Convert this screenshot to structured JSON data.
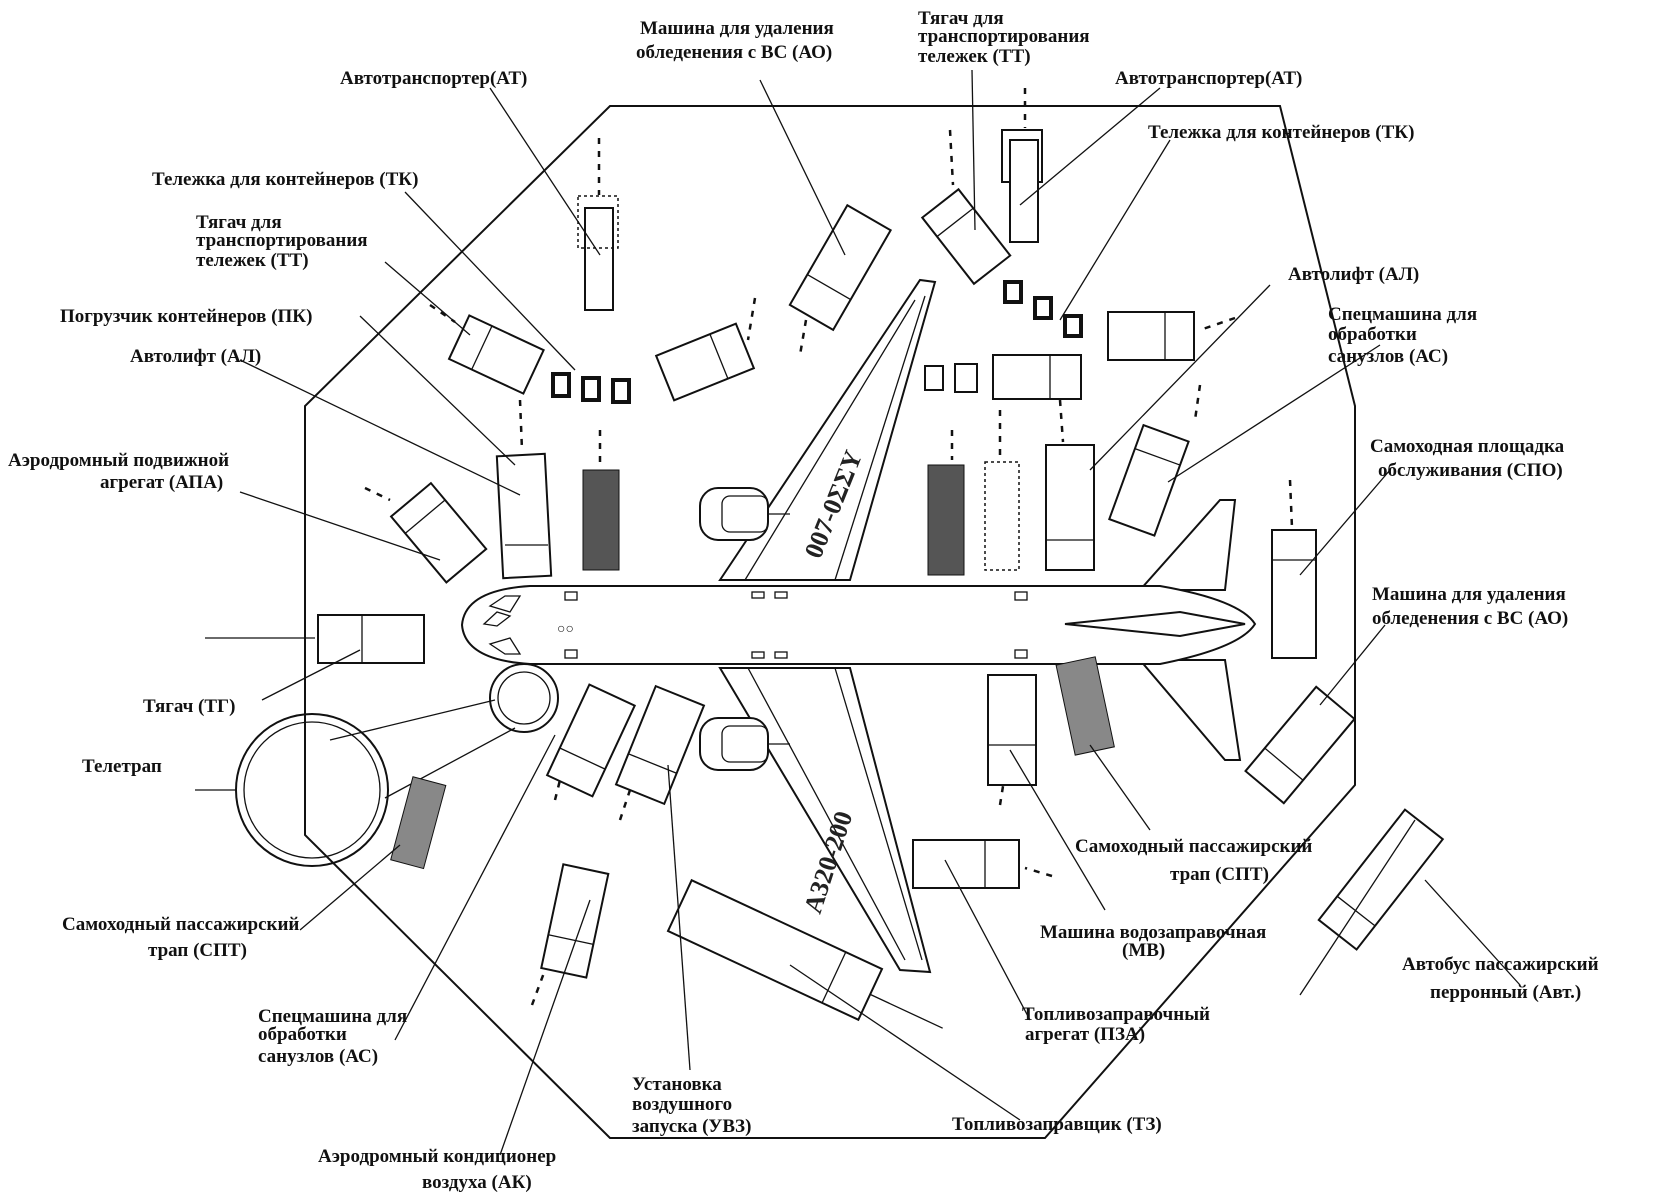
{
  "labels": {
    "at_left": "Автотранспортер(АТ)",
    "ao_top_l1": "Машина для удаления",
    "ao_top_l2": "обледенения с ВС (АО)",
    "tt_top_l1": "Тягач для",
    "tt_top_l2": "транспортирования",
    "tt_top_l3": "тележек (ТТ)",
    "at_right": "Автотранспортер(АТ)",
    "tk_right": "Тележка для контейнеров (ТК)",
    "tk_left": "Тележка для контейнеров (ТК)",
    "tt_left_l1": "Тягач для",
    "tt_left_l2": "транспортирования",
    "tt_left_l3": "тележек (ТТ)",
    "al_right": "Автолифт (АЛ)",
    "as_right_l1": "Спецмашина для",
    "as_right_l2": "обработки",
    "as_right_l3": "санузлов (АС)",
    "pk_left": "Погрузчик контейнеров (ПК)",
    "al_left": "Автолифт (АЛ)",
    "apa_l1": "Аэродромный подвижной",
    "apa_l2": "агрегат (АПА)",
    "spo_l1": "Самоходная площадка",
    "spo_l2": "обслуживания (СПО)",
    "ao_right_l1": "Машина для удаления",
    "ao_right_l2": "обледенения с ВС (АО)",
    "tg": "Тягач (ТГ)",
    "teletrap": "Телетрап",
    "spt_right_l1": "Самоходный пассажирский",
    "spt_right_l2": "трап (СПТ)",
    "spt_left_l1": "Самоходный пассажирский",
    "spt_left_l2": "трап (СПТ)",
    "mv_l1": "Машина водозаправочная",
    "mv_l2": "(МВ)",
    "bus_l1": "Автобус пассажирский",
    "bus_l2": "перронный (Авт.)",
    "as_left_l1": "Спецмашина для",
    "as_left_l2": "обработки",
    "as_left_l3": "санузлов (АС)",
    "uvz_l1": "Установка",
    "uvz_l2": "воздушного",
    "uvz_l3": "запуска (УВЗ)",
    "pza_l1": "Топливозаправочный",
    "pza_l2": "агрегат (ПЗА)",
    "tz": "Топливозаправщик (ТЗ)",
    "ak_l1": "Аэродромный кондиционер",
    "ak_l2": "воздуха (АК)"
  },
  "aircraft": {
    "reg_upper": "007-0ΣΣΥ",
    "reg_lower": "A320-200"
  }
}
